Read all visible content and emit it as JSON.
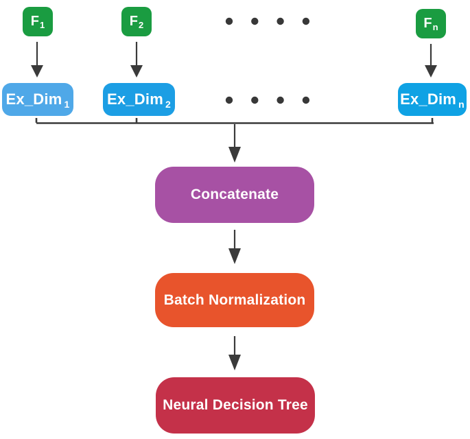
{
  "diagram": {
    "type": "flowchart",
    "background": "#ffffff",
    "colors": {
      "connector": "#3a3a3a",
      "dot": "#383838",
      "feature_green": "#1a9c41",
      "expand_blue_1": "#4fa8e8",
      "expand_blue_2": "#1c9ee4",
      "expand_blue_n": "#0fa2e4",
      "concatenate_purple": "#a751a4",
      "batch_norm_orange": "#e8542c",
      "decision_tree_red": "#c43149",
      "label_text": "#ffffff"
    },
    "feature_nodes": [
      {
        "base": "F",
        "sub": "1",
        "color": "#1a9c41"
      },
      {
        "base": "F",
        "sub": "2",
        "color": "#1a9c41"
      },
      {
        "base": "F",
        "sub": "n",
        "color": "#1a9c41"
      }
    ],
    "expand_nodes": [
      {
        "base": "Ex_Dim",
        "sub": "1",
        "color": "#4fa8e8"
      },
      {
        "base": "Ex_Dim",
        "sub": "2",
        "color": "#1c9ee4"
      },
      {
        "base": "Ex_Dim",
        "sub": "n",
        "color": "#0fa2e4"
      }
    ],
    "ellipsis": {
      "rows": 2,
      "dots_per_row": 4
    },
    "pipeline_nodes": [
      {
        "label": "Concatenate",
        "color": "#a751a4"
      },
      {
        "label": "Batch Normalization",
        "color": "#e8542c"
      },
      {
        "label": "Neural Decision Tree",
        "color": "#c43149"
      }
    ]
  }
}
